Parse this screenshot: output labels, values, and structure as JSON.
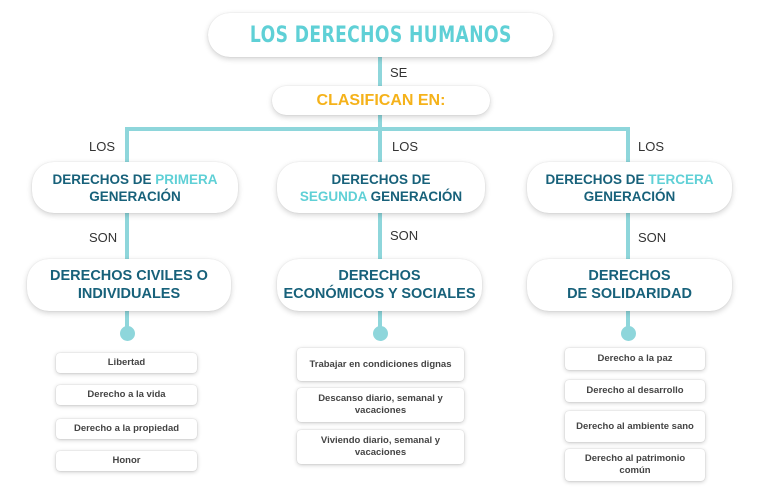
{
  "title": "LOS DERECHOS HUMANOS",
  "connector_se": "SE",
  "classify": "CLASIFICAN EN:",
  "columns": [
    {
      "connector_los": "LOS",
      "gen_a": "DERECHOS DE ",
      "gen_b": "PRIMERA",
      "gen_c": "GENERACIÓN",
      "connector_son": "SON",
      "cat_1": "DERECHOS CIVILES O",
      "cat_2": "INDIVIDUALES",
      "items": [
        "Libertad",
        "Derecho a la vida",
        "Derecho a la propiedad",
        "Honor"
      ]
    },
    {
      "connector_los": "LOS",
      "gen_a": "DERECHOS DE",
      "gen_b": "SEGUNDA",
      "gen_c": " GENERACIÓN",
      "connector_son": "SON",
      "cat_1": "DERECHOS",
      "cat_2": "ECONÓMICOS Y SOCIALES",
      "items": [
        "Trabajar en condiciones dignas",
        "Descanso diario, semanal y vacaciones",
        "Viviendo diario, semanal y vacaciones"
      ]
    },
    {
      "connector_los": "LOS",
      "gen_a": "DERECHOS DE ",
      "gen_b": "TERCERA",
      "gen_c": "GENERACIÓN",
      "connector_son": "SON",
      "cat_1": "DERECHOS",
      "cat_2": "DE SOLIDARIDAD",
      "items": [
        "Derecho a la paz",
        "Derecho al desarrollo",
        "Derecho al ambiente sano",
        "Derecho al patrimonio común"
      ]
    }
  ],
  "colors": {
    "line": "#8ed6db",
    "title": "#5fd0d6",
    "classify": "#f5b21a",
    "heading": "#17617a"
  }
}
